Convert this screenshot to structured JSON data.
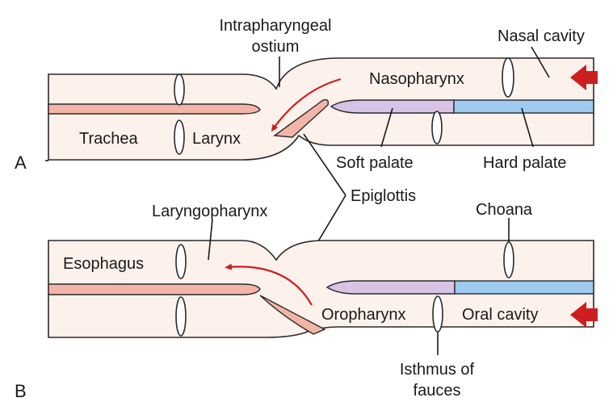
{
  "colors": {
    "tube_fill": "#fdf1ec",
    "tissue_pink": "#f2b5a8",
    "soft_palate": "#d8c3e6",
    "hard_palate": "#9ecbef",
    "arrow_red": "#cc1f1f"
  },
  "panel_a": {
    "panel_label": "A",
    "intrapharyngeal_ostium": [
      "Intrapharyngeal",
      "ostium"
    ],
    "nasal_cavity": "Nasal cavity",
    "nasopharynx": "Nasopharynx",
    "trachea": "Trachea",
    "larynx": "Larynx",
    "soft_palate": "Soft palate",
    "hard_palate": "Hard palate"
  },
  "shared": {
    "epiglottis": "Epiglottis"
  },
  "panel_b": {
    "panel_label": "B",
    "laryngopharynx": "Laryngopharynx",
    "choana": "Choana",
    "esophagus": "Esophagus",
    "oropharynx": "Oropharynx",
    "oral_cavity": "Oral cavity",
    "isthmus_of_fauces": [
      "Isthmus of",
      "fauces"
    ]
  }
}
